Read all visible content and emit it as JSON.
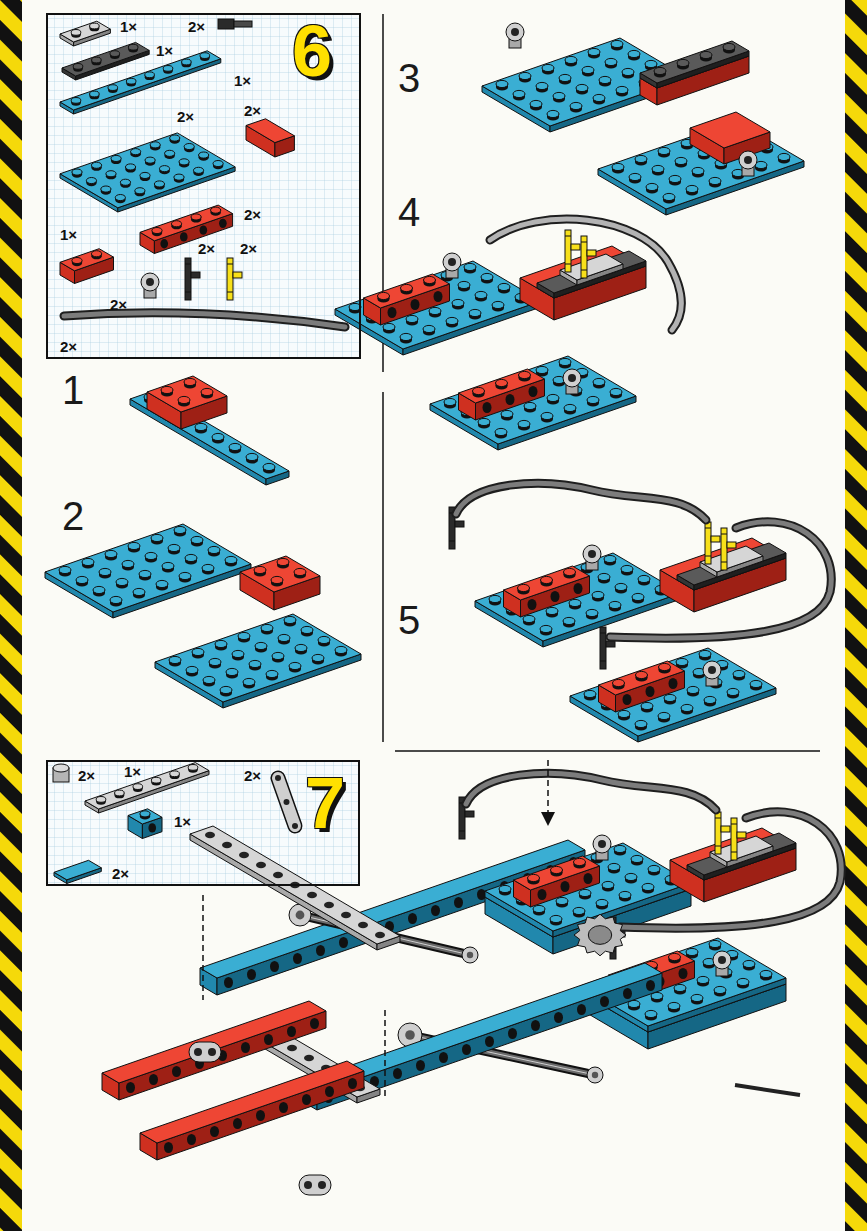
{
  "diagram": {
    "nodes": [
      {
        "text": [
          "1×",
          "1×",
          "2×",
          "1×",
          "2×",
          "2×",
          "2×",
          "1×",
          "2×",
          "2×",
          "2×",
          "2×"
        ]
      },
      {
        "text": [
          "2×",
          "1×",
          "2×",
          "1×",
          "2×"
        ]
      }
    ],
    "labels": [
      "6",
      "3",
      "4",
      "1",
      "2",
      "5",
      "7"
    ]
  }
}
